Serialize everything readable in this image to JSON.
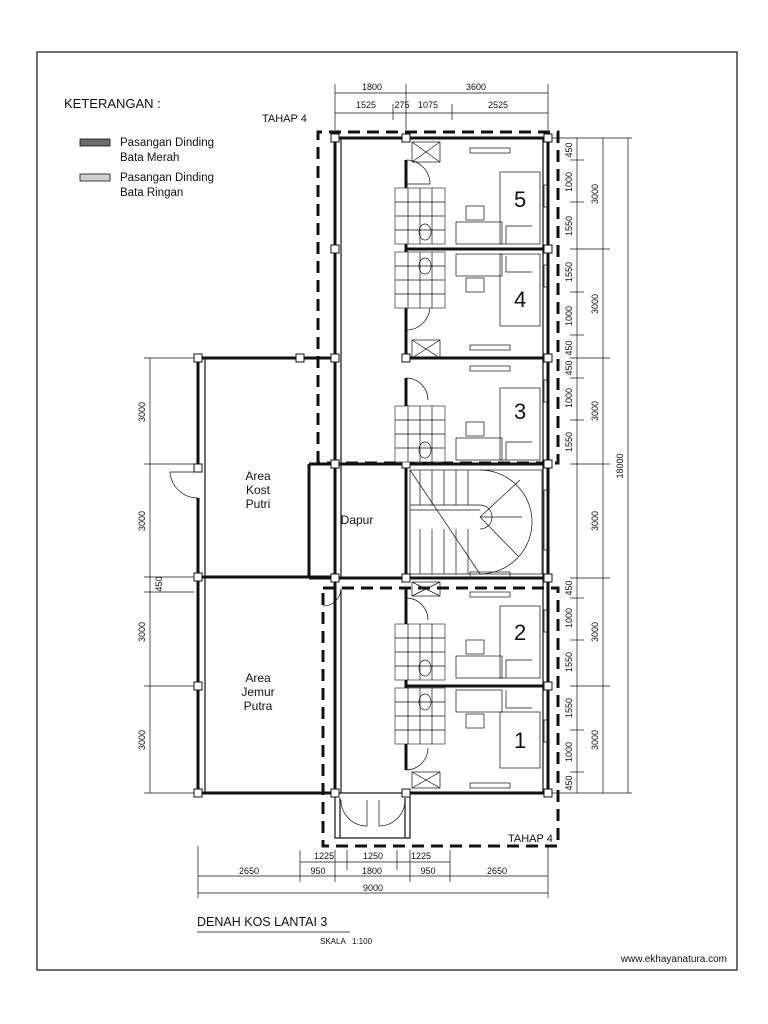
{
  "legend": {
    "title": "KETERANGAN :",
    "items": [
      {
        "line1": "Pasangan Dinding",
        "line2": "Bata Merah",
        "swatch": "#6b6b6b"
      },
      {
        "line1": "Pasangan Dinding",
        "line2": "Bata Ringan",
        "swatch": "#bdbdbd"
      }
    ]
  },
  "phase_labels": {
    "top": "TAHAP 4",
    "bottom": "TAHAP 4"
  },
  "rooms": {
    "kost_putri": [
      "Area",
      "Kost",
      "Putri"
    ],
    "jemur_putra": [
      "Area",
      "Jemur",
      "Putra"
    ],
    "dapur": "Dapur",
    "numbers": [
      "5",
      "4",
      "3",
      "2",
      "1"
    ]
  },
  "dimensions": {
    "top_overall": [
      "1800",
      "3600"
    ],
    "top_detail": [
      "1525",
      "275",
      "1075",
      "2525"
    ],
    "right_detail": [
      "450",
      "1000",
      "1550",
      "1550",
      "1000",
      "450",
      "450",
      "1000",
      "1550",
      "450",
      "1000",
      "1550",
      "1550",
      "1000",
      "450"
    ],
    "right_group": [
      "3000",
      "3000",
      "3000",
      "3000",
      "3000",
      "3000"
    ],
    "right_total": "18000",
    "left": [
      "3000",
      "3000",
      "450",
      "3000",
      "3000"
    ],
    "bottom_upper": [
      "1225",
      "1250",
      "1225"
    ],
    "bottom_middle": [
      "2650",
      "950",
      "1800",
      "950",
      "2650"
    ],
    "bottom_total": "9000"
  },
  "title_block": {
    "title": "DENAH KOS LANTAI 3",
    "scale_label": "SKALA",
    "scale_value": "1:100"
  },
  "watermark": "www.ekhayanatura.com"
}
